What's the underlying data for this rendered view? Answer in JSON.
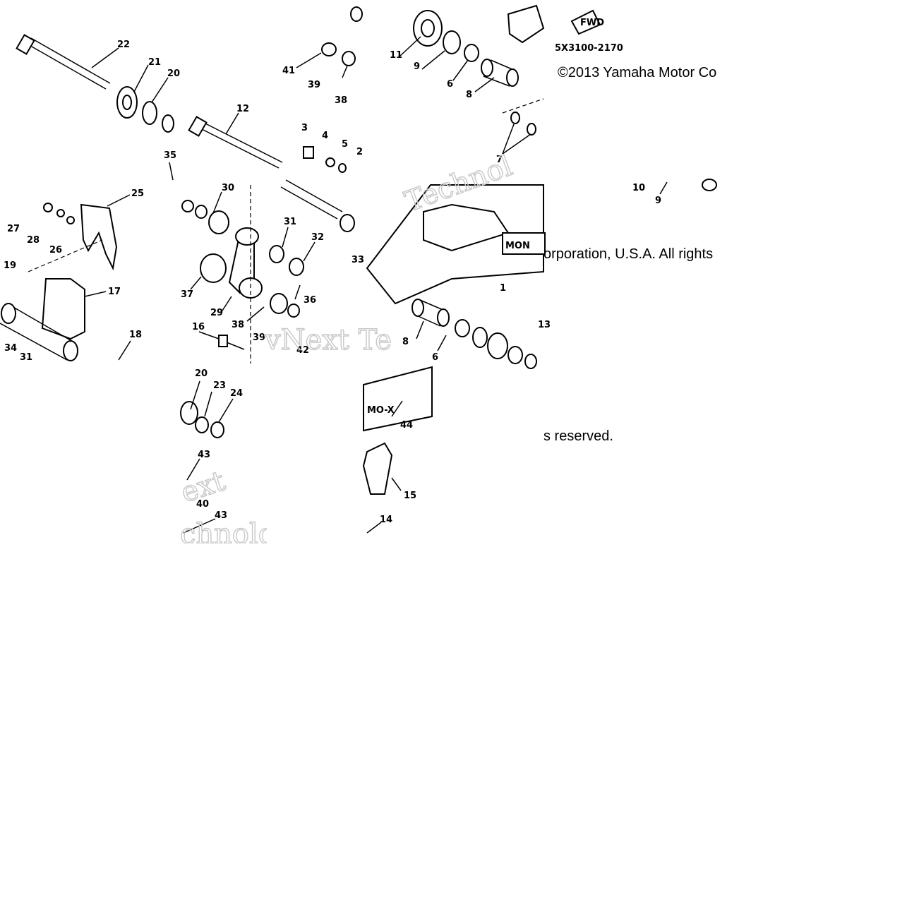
{
  "diagram": {
    "code": "5X3100-2170",
    "fwd_label": "FWD",
    "labels": {
      "22": "22",
      "21": "21",
      "20": "20",
      "12": "12",
      "41": "41",
      "39": "39",
      "38": "38",
      "3": "3",
      "4": "4",
      "5": "5",
      "35": "35",
      "11": "11",
      "9": "9",
      "6": "6",
      "8": "8",
      "7": "7",
      "25": "25",
      "27": "27",
      "28": "28",
      "26": "26",
      "19": "19",
      "17": "17",
      "18": "18",
      "34": "34",
      "31": "31",
      "30": "30",
      "32": "32",
      "37": "37",
      "29": "29",
      "36": "36",
      "16": "16",
      "42": "42",
      "10": "10",
      "13": "13",
      "1": "1",
      "44": "44",
      "15": "15",
      "14": "14",
      "23": "23",
      "24": "24",
      "43": "43",
      "40": "40",
      "2": "2",
      "33": "33"
    },
    "mono_text": "MON",
    "mox_text": "MO-X"
  },
  "copyright": {
    "line1": "©2013 Yamaha Motor Co",
    "line2": "orporation, U.S.A. All rights",
    "line3": "s reserved."
  },
  "watermark": {
    "w1": "Technol",
    "w2": "vNext Te",
    "w3": "ext",
    "w4": "chnolog"
  }
}
